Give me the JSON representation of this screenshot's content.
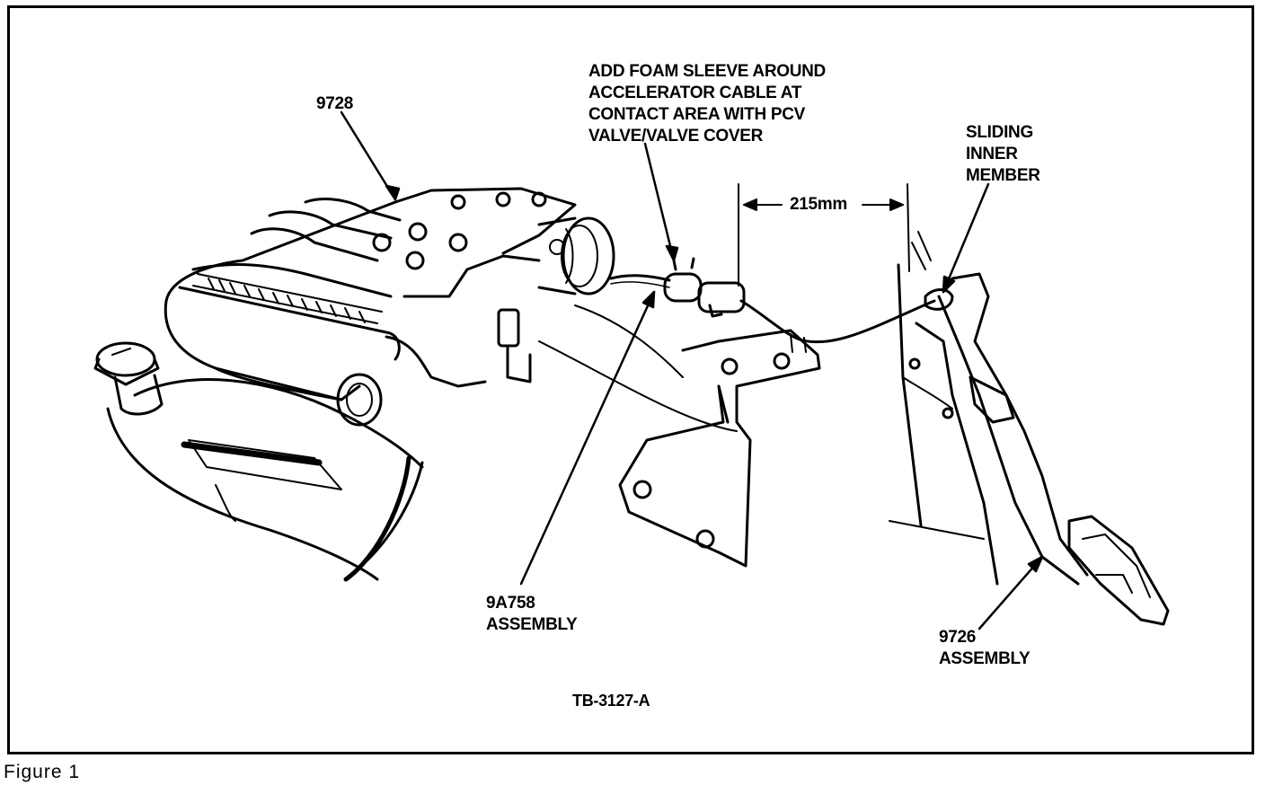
{
  "labels": {
    "part_9728": "9728",
    "foam_note": "ADD FOAM SLEEVE AROUND\nACCELERATOR CABLE AT\nCONTACT AREA WITH PCV\nVALVE/VALVE COVER",
    "sliding_inner": "SLIDING\nINNER\nMEMBER",
    "dimension": "215mm",
    "part_9a758": "9A758\nASSEMBLY",
    "part_9726": "9726\nASSEMBLY",
    "ident": "TB-3127-A"
  },
  "caption": "Figure 1",
  "colors": {
    "ink": "#000000",
    "paper": "#ffffff"
  }
}
